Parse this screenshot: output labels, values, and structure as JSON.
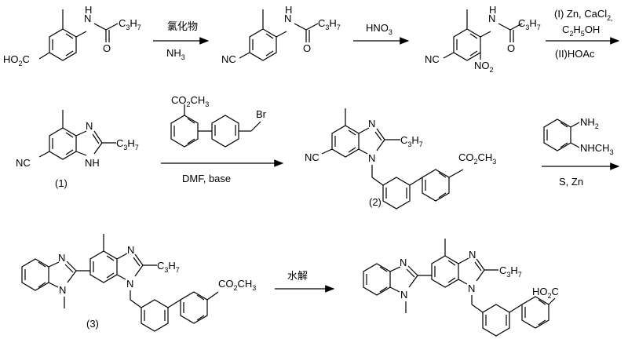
{
  "reactions": [
    {
      "above": "氯化物",
      "below": "NH",
      "below_sub": "3"
    },
    {
      "above": "HNO",
      "above_sub": "3"
    },
    {
      "above_1": "(I) Zn, CaCl",
      "above_1_sub": "2,",
      "above_2": "C",
      "above_2_sub1": "2",
      "above_2_mid": "H",
      "above_2_sub2": "5",
      "above_2_end": "OH",
      "below": "(II)HOAc"
    },
    {
      "below": "DMF, base"
    },
    {
      "below": "S, Zn"
    },
    {
      "above": "水解"
    }
  ],
  "compounds": {
    "c1": {
      "label": "(1)"
    },
    "c2": {
      "label": "(2)"
    },
    "c3": {
      "label": "(3)"
    }
  },
  "atoms": {
    "H": "H",
    "N": "N",
    "NH": "NH",
    "NH2": "NH",
    "NH2_sub": "2",
    "NHCH3": "NHCH",
    "NHCH3_sub": "3",
    "HO2C": "HO",
    "HO2C_sub": "2",
    "HO2C_end": "C",
    "C3H7": "C",
    "C3H7_sub1": "3",
    "C3H7_mid": "H",
    "C3H7_sub2": "7",
    "NC": "NC",
    "NO2": "NO",
    "NO2_sub": "2",
    "O": "O",
    "Br": "Br",
    "CO2CH3": "CO",
    "CO2CH3_sub": "2",
    "CO2CH3_end": "CH",
    "CO2CH3_sub2": "3"
  }
}
